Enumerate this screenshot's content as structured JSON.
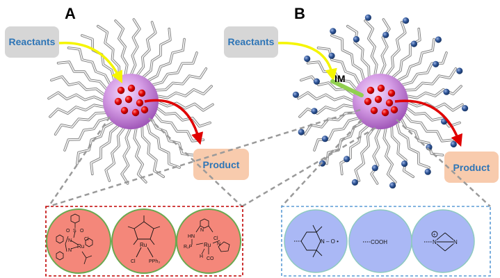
{
  "panels": {
    "a": {
      "letter": "A",
      "reactants_label": "Reactants",
      "product_label": "Product"
    },
    "b": {
      "letter": "B",
      "reactants_label": "Reactants",
      "product_label": "Product",
      "im_label": "IM"
    }
  },
  "catalysts_a": {
    "cat1": {
      "cl": "Cl",
      "ru": "Ru",
      "n1": "N",
      "n2": "N",
      "s": "S",
      "o1": "O",
      "o2": "O"
    },
    "cat2": {
      "ru": "Ru",
      "cl": "Cl",
      "pph3": "PPh₃"
    },
    "cat3": {
      "hn": "HN",
      "r2p": "R₂P",
      "ru": "Ru",
      "cl": "Cl",
      "h": "H",
      "co": "CO",
      "n1": "N",
      "n2": "N"
    }
  },
  "catalysts_b": {
    "cat1": {
      "n": "N",
      "o": "– O •"
    },
    "cat2": {
      "label": "COOH"
    },
    "cat3": {
      "plus": "+",
      "n1": "N",
      "n2": "N"
    }
  },
  "colors": {
    "reactant_box": "#d6d6d6",
    "product_box": "#f8cbad",
    "label_blue": "#2e75b6",
    "sphere": "#d69ee6",
    "dot_red": "#e00000",
    "dot_blue": "#2f5597",
    "arrow_yellow": "#f5f500",
    "arrow_red": "#e00000",
    "im_green": "#92d050",
    "frame_red": "#c00000",
    "frame_blue": "#5b9bd5",
    "circle_red": "#f4877a",
    "circle_blue": "#aab8f5"
  }
}
